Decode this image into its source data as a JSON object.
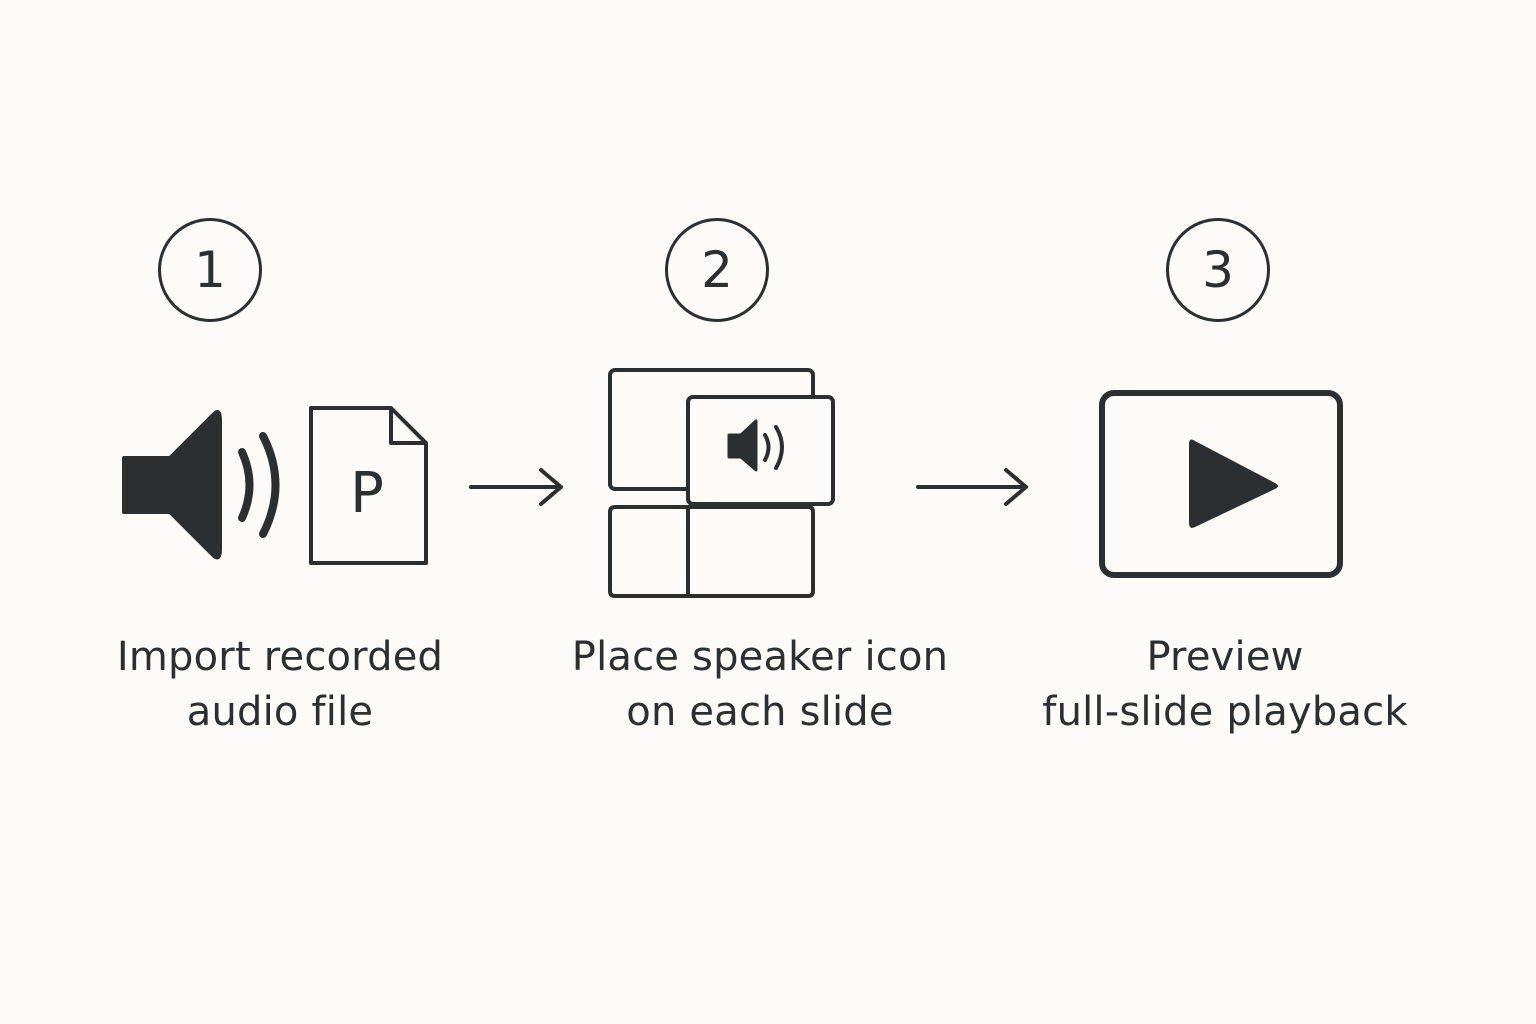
{
  "steps": [
    {
      "number": "1",
      "label_line1": "Import recorded",
      "label_line2": "audio file",
      "icon": "speaker-and-p-file-icon",
      "file_letter": "P"
    },
    {
      "number": "2",
      "label_line1": "Place speaker icon",
      "label_line2": "on each slide",
      "icon": "slide-layout-speaker-icon"
    },
    {
      "number": "3",
      "label_line1": "Preview",
      "label_line2": "full-slide playback",
      "icon": "play-screen-icon"
    }
  ],
  "colors": {
    "background": "#fcfbf7",
    "ink": "#2b2f2f"
  }
}
